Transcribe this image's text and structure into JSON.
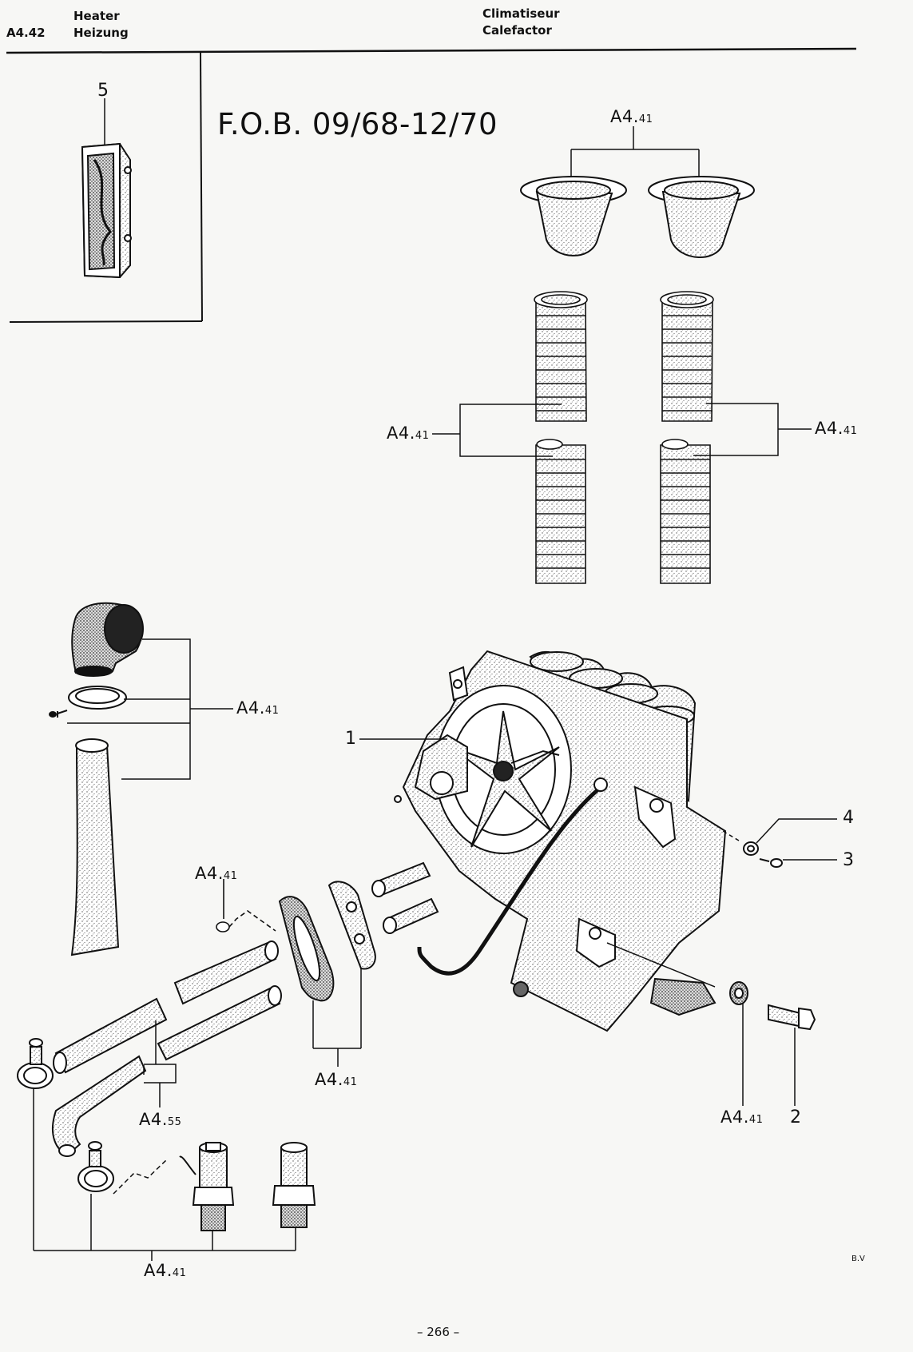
{
  "header": {
    "code": "A4.42",
    "title_en": "Heater",
    "title_de": "Heizung",
    "title_fr": "Climatiseur",
    "title_es": "Calefactor"
  },
  "title": "F.O.B. 09/68-12/70",
  "callouts": {
    "ref_main": "A4.",
    "ref_sub": "41",
    "ref55_sub": "55",
    "n1": "1",
    "n2": "2",
    "n3": "3",
    "n4": "4",
    "n5": "5"
  },
  "footer": {
    "page": "– 266 –",
    "mark": "B.V"
  }
}
